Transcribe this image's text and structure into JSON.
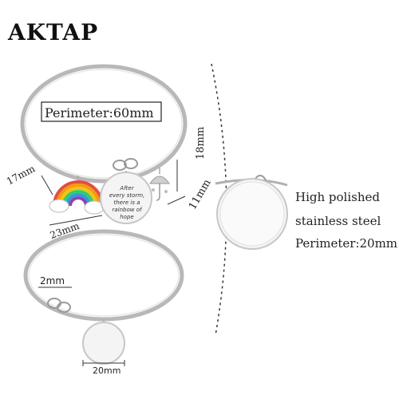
{
  "brand": {
    "name": "AKTAP"
  },
  "top_bracelet": {
    "perimeter_label": "Perimeter:60mm",
    "charm_text": [
      "After",
      "every storm,",
      "there is a",
      "rainbow of",
      "hope"
    ]
  },
  "dimensions": {
    "rainbow_height": "17mm",
    "rainbow_width": "23mm",
    "umbrella_height": "18mm",
    "umbrella_width": "11mm",
    "wire_thickness": "2mm",
    "disc_diameter": "20mm"
  },
  "features": {
    "line1": "High polished",
    "line2": "stainless steel",
    "line3": "Perimeter:20mm"
  }
}
